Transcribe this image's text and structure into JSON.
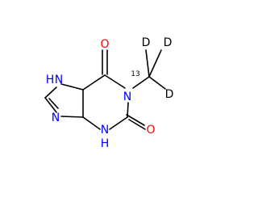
{
  "molecule": {
    "atoms": {
      "o_top": "O",
      "o_right": "O",
      "n1": "N",
      "n3": "N",
      "n3_h": "H",
      "n7": "N",
      "n7_h": "H",
      "n9": "N",
      "c13_mass": "13",
      "c13": "C",
      "d_top_left": "D",
      "d_top_right": "D",
      "d_right": "D"
    },
    "colors": {
      "oxygen": "#ff0000",
      "nitrogen": "#0000ff",
      "deuterium": "#000000",
      "carbon": "#000000",
      "bond": "#000000"
    }
  }
}
